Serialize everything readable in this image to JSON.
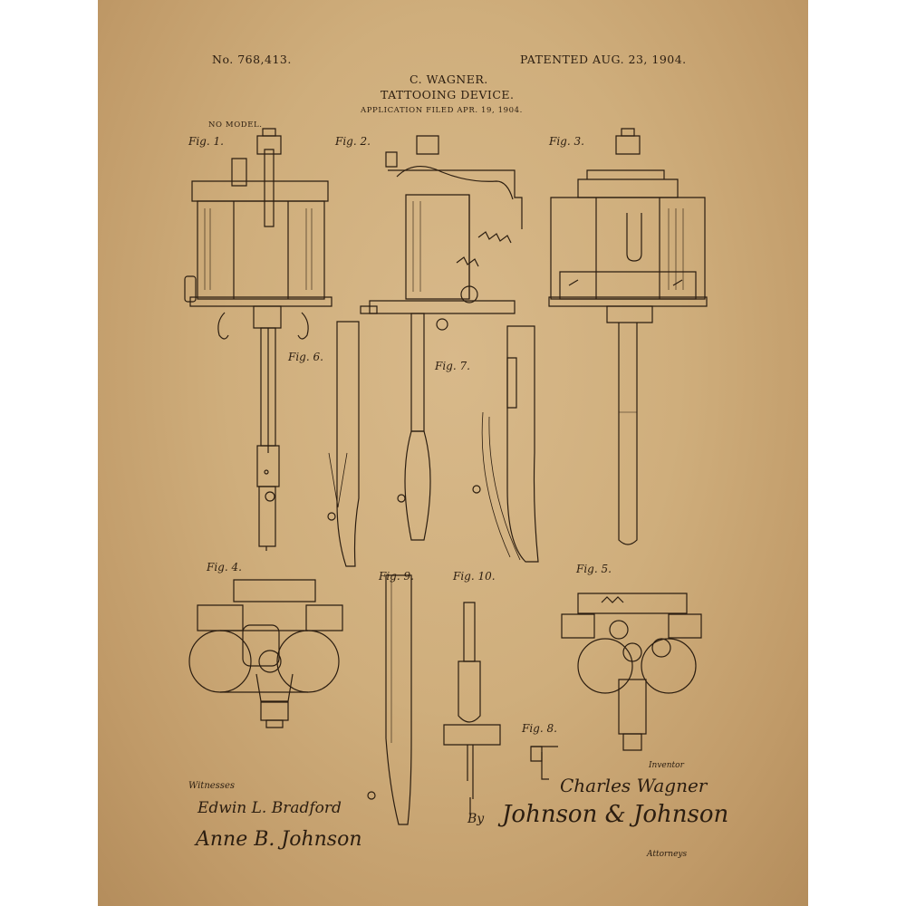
{
  "header": {
    "patent_number": "No. 768,413.",
    "patent_date": "PATENTED AUG. 23, 1904.",
    "inventor_name": "C. WAGNER.",
    "title": "TATTOOING DEVICE.",
    "application": "APPLICATION FILED APR. 19, 1904.",
    "model_note": "NO MODEL."
  },
  "figures": {
    "fig1": "Fig. 1.",
    "fig2": "Fig. 2.",
    "fig3": "Fig. 3.",
    "fig4": "Fig. 4.",
    "fig5": "Fig. 5.",
    "fig6": "Fig. 6.",
    "fig7": "Fig. 7.",
    "fig8": "Fig. 8.",
    "fig9": "Fig. 9.",
    "fig10": "Fig. 10."
  },
  "footer": {
    "witnesses_label": "Witnesses",
    "witness_1": "Edwin L. Bradford",
    "witness_2": "Anne B. Johnson",
    "inventor_label": "Inventor",
    "inventor_signature": "Charles Wagner",
    "by_label": "By",
    "attorney_signature": "Johnson & Johnson",
    "attorneys_label": "Attorneys"
  },
  "colors": {
    "paper": "#cfae7c",
    "ink": "#2b1d10",
    "margin": "#ffffff"
  }
}
